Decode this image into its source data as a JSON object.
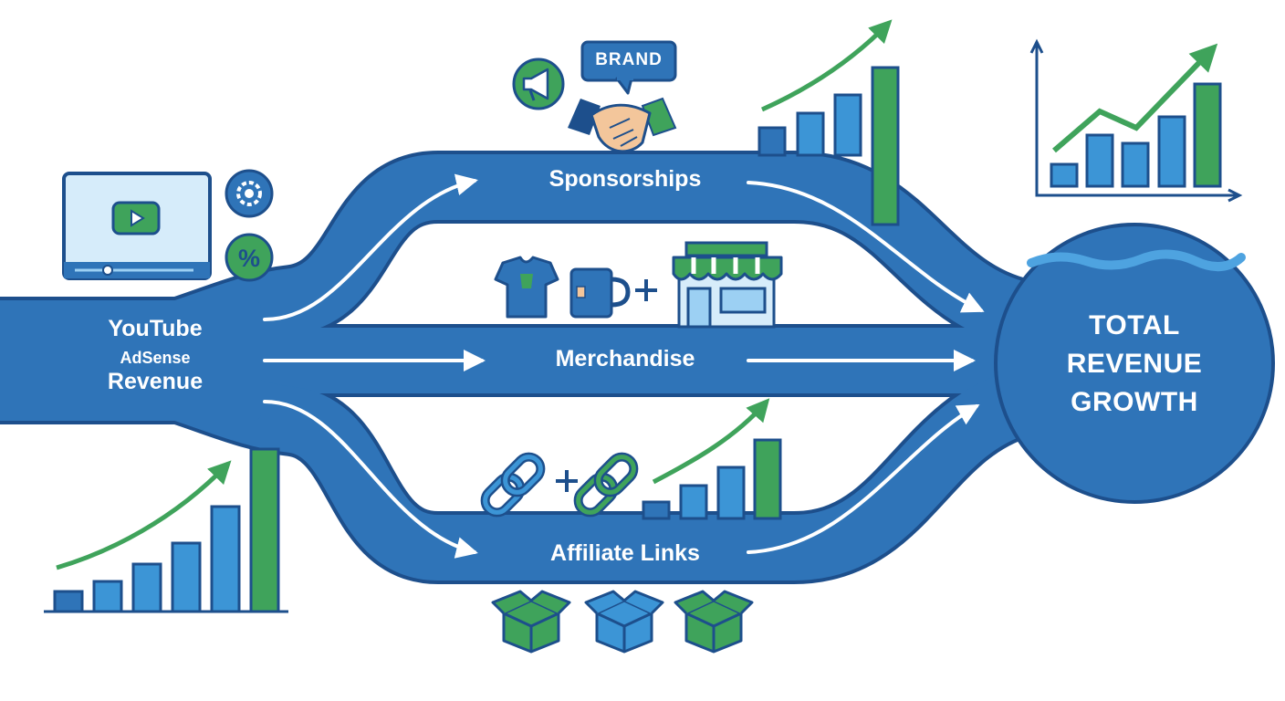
{
  "source": {
    "line1": "YouTube",
    "line2": "AdSense",
    "line3": "Revenue",
    "icons": [
      "video-player-icon",
      "play-icon",
      "gear-icon",
      "percent-icon"
    ]
  },
  "streams": [
    {
      "label": "Sponsorships",
      "icons": [
        "megaphone-icon",
        "brand-speech-bubble",
        "handshake-icon"
      ]
    },
    {
      "label": "Merchandise",
      "icons": [
        "tshirt-icon",
        "mug-icon",
        "plus-icon",
        "storefront-icon"
      ]
    },
    {
      "label": "Affiliate Links",
      "icons": [
        "chain-link-icon",
        "plus-icon",
        "chain-link-icon",
        "box-icon"
      ]
    }
  ],
  "brand_bubble": "BRAND",
  "total": {
    "line1": "TOTAL",
    "line2": "REVENUE",
    "line3": "GROWTH"
  },
  "colors": {
    "river": "#2f74b8",
    "river_dark": "#1d4f8c",
    "bar_blue": "#3c95d6",
    "bar_green": "#3fa35b",
    "accent_white": "#ffffff"
  }
}
